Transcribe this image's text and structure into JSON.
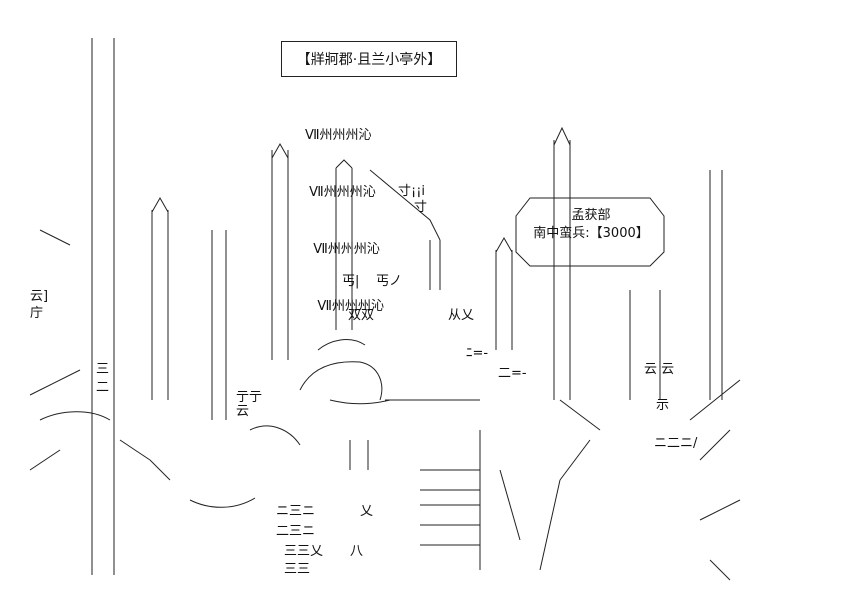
{
  "title_box": {
    "text": "【牂牁郡·且兰小亭外】"
  },
  "unit_label": {
    "line1": "孟获部",
    "line2": "南中蛮兵:【3000】"
  },
  "flag": {
    "lines": [
      "Ⅶ州州州沁",
      " Ⅶ州州州沁",
      "  Ⅶ州州州沁",
      "   Ⅶ州州州沁"
    ]
  },
  "glyphs": {
    "soldier_a": "云",
    "soldier_b": "云",
    "soldier_c": "云 云",
    "shield_a": "双双",
    "shield_b": "从乂",
    "banner_a": "丐|",
    "banner_b": "丐ノ",
    "deco_a": "三",
    "deco_b": "二",
    "deco_c": "三三",
    "deco_d": "三三乂",
    "deco_e": "ニ三ニ",
    "deco_f": "二三ニ",
    "deco_g": "寸",
    "deco_h": "寸¡¡i",
    "deco_i": "寸¡¡",
    "deco_j": "八",
    "deco_k": "ﾆ=-",
    "deco_l": "二=-",
    "deco_m": "示",
    "deco_n": "亍亍",
    "deco_o": "乂",
    "deco_p": "ニ二ニ/",
    "deco_q": "庁",
    "deco_r": "云]"
  }
}
